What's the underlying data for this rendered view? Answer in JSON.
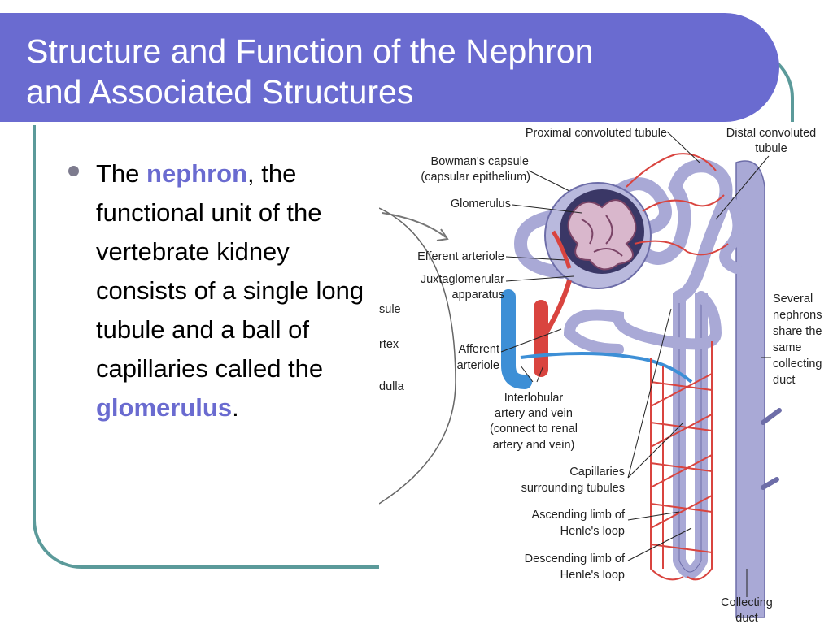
{
  "title": {
    "line1": "Structure and Function of the Nephron",
    "line2": "and Associated Structures"
  },
  "colors": {
    "title_bar": "#6a6bd0",
    "frame": "#5b9a9a",
    "keyword": "#6a6bd0",
    "artery": "#d9443f",
    "vein": "#3d8fd6",
    "tubule": "#a9a9d6"
  },
  "bullet": {
    "part1": "The ",
    "keyword1": "nephron",
    "part2": ", the functional unit of the vertebrate kidney consists of a single long tubule and a ball of capillaries called the ",
    "keyword2": "glomerulus",
    "part3": "."
  },
  "diagram": {
    "labels": {
      "proximal": "Proximal convoluted tubule",
      "distal_1": "Distal convoluted",
      "distal_2": "tubule",
      "bowman_1": "Bowman's capsule",
      "bowman_2": "(capsular epithelium)",
      "glomerulus": "Glomerulus",
      "efferent": "Efferent arteriole",
      "juxta_1": "Juxtaglomerular",
      "juxta_2": "apparatus",
      "afferent_1": "Afferent",
      "afferent_2": "arteriole",
      "interlobular_1": "Interlobular",
      "interlobular_2": "artery and vein",
      "interlobular_3": "(connect to renal",
      "interlobular_4": "artery and vein)",
      "capillaries_1": "Capillaries",
      "capillaries_2": "surrounding tubules",
      "ascending_1": "Ascending limb of",
      "ascending_2": "Henle's loop",
      "descending_1": "Descending limb of",
      "descending_2": "Henle's loop",
      "several_1": "Several",
      "several_2": "nephrons",
      "several_3": "share the",
      "several_4": "same",
      "several_5": "collecting",
      "several_6": "duct",
      "collecting_1": "Collecting",
      "collecting_2": "duct",
      "capsule_partial": "sule",
      "cortex_partial": "rtex",
      "medulla_partial": "dulla"
    }
  }
}
